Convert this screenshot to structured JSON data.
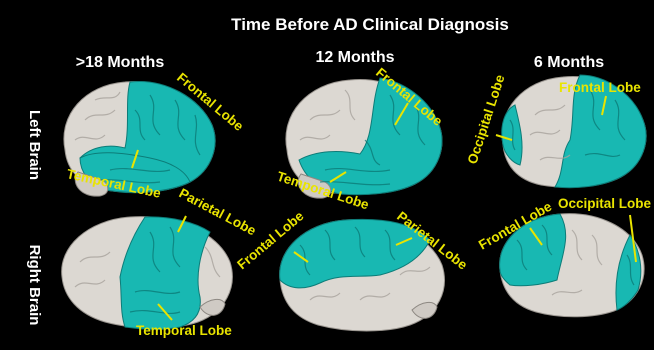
{
  "title": "Time Before  AD Clinical Diagnosis",
  "columns": [
    ">18 Months",
    "12 Months",
    "6 Months"
  ],
  "rows": [
    "Left Brain",
    "Right  Brain"
  ],
  "labels": {
    "frontal_lobe": "Frontal Lobe",
    "temporal_lobe": "Temporal Lobe",
    "parietal_lobe": "Parietal Lobe",
    "occipital_lobe": "Occipital Lobe"
  },
  "colors": {
    "background": "#000000",
    "affected": "#18b8b2",
    "unaffected": "#dcd8d2",
    "label": "#e9e400",
    "text": "#ffffff"
  }
}
